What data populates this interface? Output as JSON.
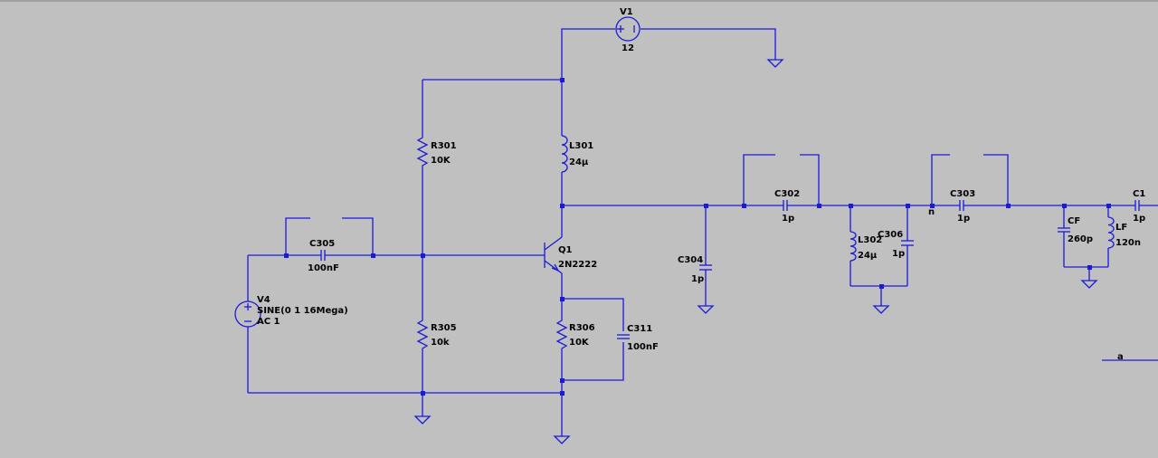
{
  "components": {
    "v1": {
      "name": "V1",
      "value": "12"
    },
    "v4": {
      "name": "V4",
      "line1": "SINE(0 1 16Mega)",
      "line2": "AC 1"
    },
    "r301": {
      "name": "R301",
      "value": "10K"
    },
    "r305": {
      "name": "R305",
      "value": "10k"
    },
    "r306": {
      "name": "R306",
      "value": "10K"
    },
    "l301": {
      "name": "L301",
      "value": "24µ"
    },
    "l302": {
      "name": "L302",
      "value": "24µ"
    },
    "lf": {
      "name": "LF",
      "value": "120n"
    },
    "c305": {
      "name": "C305",
      "value": "100nF"
    },
    "c311": {
      "name": "C311",
      "value": "100nF"
    },
    "c304": {
      "name": "C304",
      "value": "1p"
    },
    "c302": {
      "name": "C302",
      "value": "1p"
    },
    "c306": {
      "name": "C306",
      "value": "1p"
    },
    "c303": {
      "name": "C303",
      "value": "1p"
    },
    "c1": {
      "name": "C1",
      "value": "1p"
    },
    "cf": {
      "name": "CF",
      "value": "260p"
    },
    "q1": {
      "name": "Q1",
      "value": "2N2222"
    }
  },
  "nets": {
    "n_label": "n",
    "a_label": "a"
  },
  "colors": {
    "background": "#c0c0c0",
    "wire": "#1a1ad8",
    "label": "#000000"
  }
}
